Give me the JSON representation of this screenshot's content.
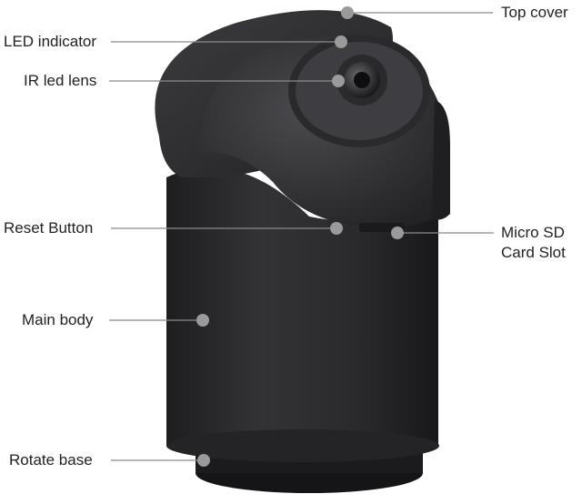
{
  "diagram": {
    "labels": {
      "top_cover": "Top cover",
      "led_indicator": "LED indicator",
      "ir_led_lens": "IR led lens",
      "reset_button": "Reset Button",
      "micro_sd_card_slot": "Micro SD Card Slot",
      "main_body": "Main body",
      "rotate_base": "Rotate base"
    },
    "colors": {
      "body": "#2c2c2e",
      "body_shadow": "#1a1a1c",
      "head": "#353538",
      "lens_ring": "#4a4a4e",
      "callout_line": "#8a8a8a",
      "callout_dot": "#9a9a9a",
      "text": "#222222"
    }
  }
}
